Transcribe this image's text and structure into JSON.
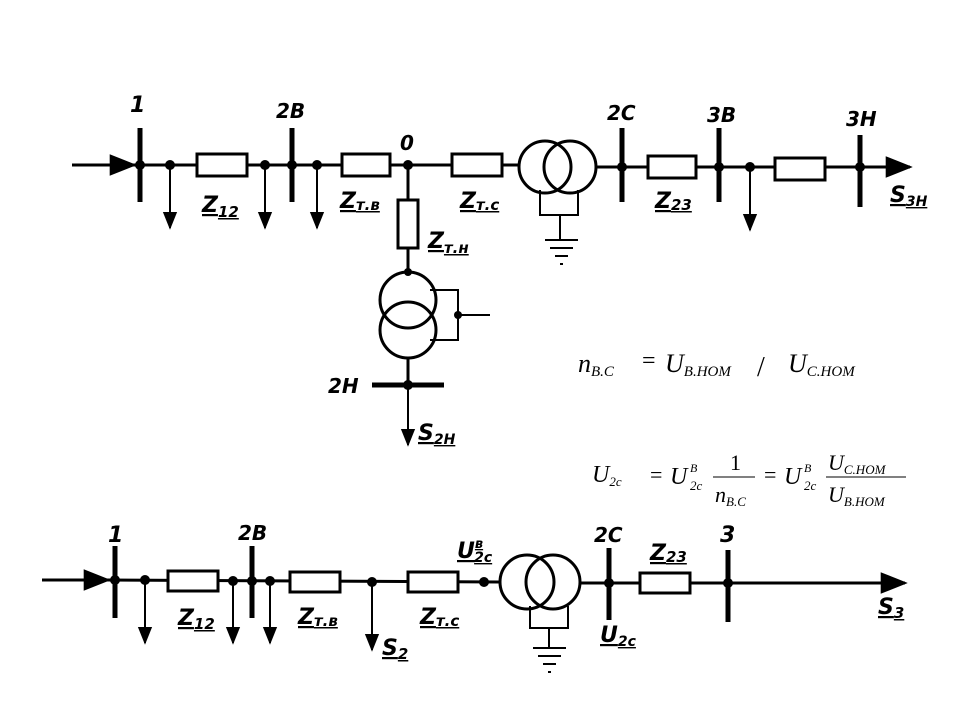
{
  "upper": {
    "buses": {
      "b1": "1",
      "b2b": "2В",
      "b0": "0",
      "b2c": "2С",
      "b3b": "3В",
      "b3h": "3Н",
      "b2h": "2Н"
    },
    "impedances": {
      "z12": {
        "main": "Z",
        "sub": "12"
      },
      "ztb": {
        "main": "Z",
        "sub": "т.в"
      },
      "ztc": {
        "main": "Z",
        "sub": "т.с"
      },
      "z23": {
        "main": "Z",
        "sub": "23"
      },
      "zth": {
        "main": "Z",
        "sub": "т.н"
      }
    },
    "loads": {
      "s3h": {
        "main": "S",
        "sub": "3Н"
      },
      "s2h": {
        "main": "S",
        "sub": "2Н"
      }
    }
  },
  "lower": {
    "buses": {
      "b1": "1",
      "b2b": "2В",
      "b2c": "2С",
      "b3": "3"
    },
    "impedances": {
      "z12": {
        "main": "Z",
        "sub": "12"
      },
      "ztb": {
        "main": "Z",
        "sub": "т.в"
      },
      "ztc": {
        "main": "Z",
        "sub": "т.с"
      },
      "z23": {
        "main": "Z",
        "sub": "23"
      }
    },
    "loads": {
      "s2": {
        "main": "S",
        "sub": "2"
      },
      "s3": {
        "main": "S",
        "sub": "3"
      }
    },
    "voltages": {
      "u2cb": {
        "main": "U",
        "sup": "в",
        "sub": "2с"
      },
      "u2c": {
        "main": "U",
        "sub": "2с"
      }
    }
  },
  "formulas": {
    "ratio": {
      "lhs": "n",
      "lhs_sub": "B.C",
      "eq": "=",
      "u1": "U",
      "u1_sub": "B.HOM",
      "slash": "/",
      "u2": "U",
      "u2_sub": "C.HOM"
    },
    "voltage": {
      "lhs": "U",
      "lhs_sub": "2c",
      "eq1": "=",
      "t1": "U",
      "t1_sup": "B",
      "t1_sub": "2c",
      "f1_num": "1",
      "f1_den": "n",
      "f1_den_sub": "B.C",
      "eq2": "=",
      "t2": "U",
      "t2_sup": "B",
      "t2_sub": "2c",
      "f2_num": "U",
      "f2_num_sub": "C.HOM",
      "f2_den": "U",
      "f2_den_sub": "B.HOM"
    }
  }
}
